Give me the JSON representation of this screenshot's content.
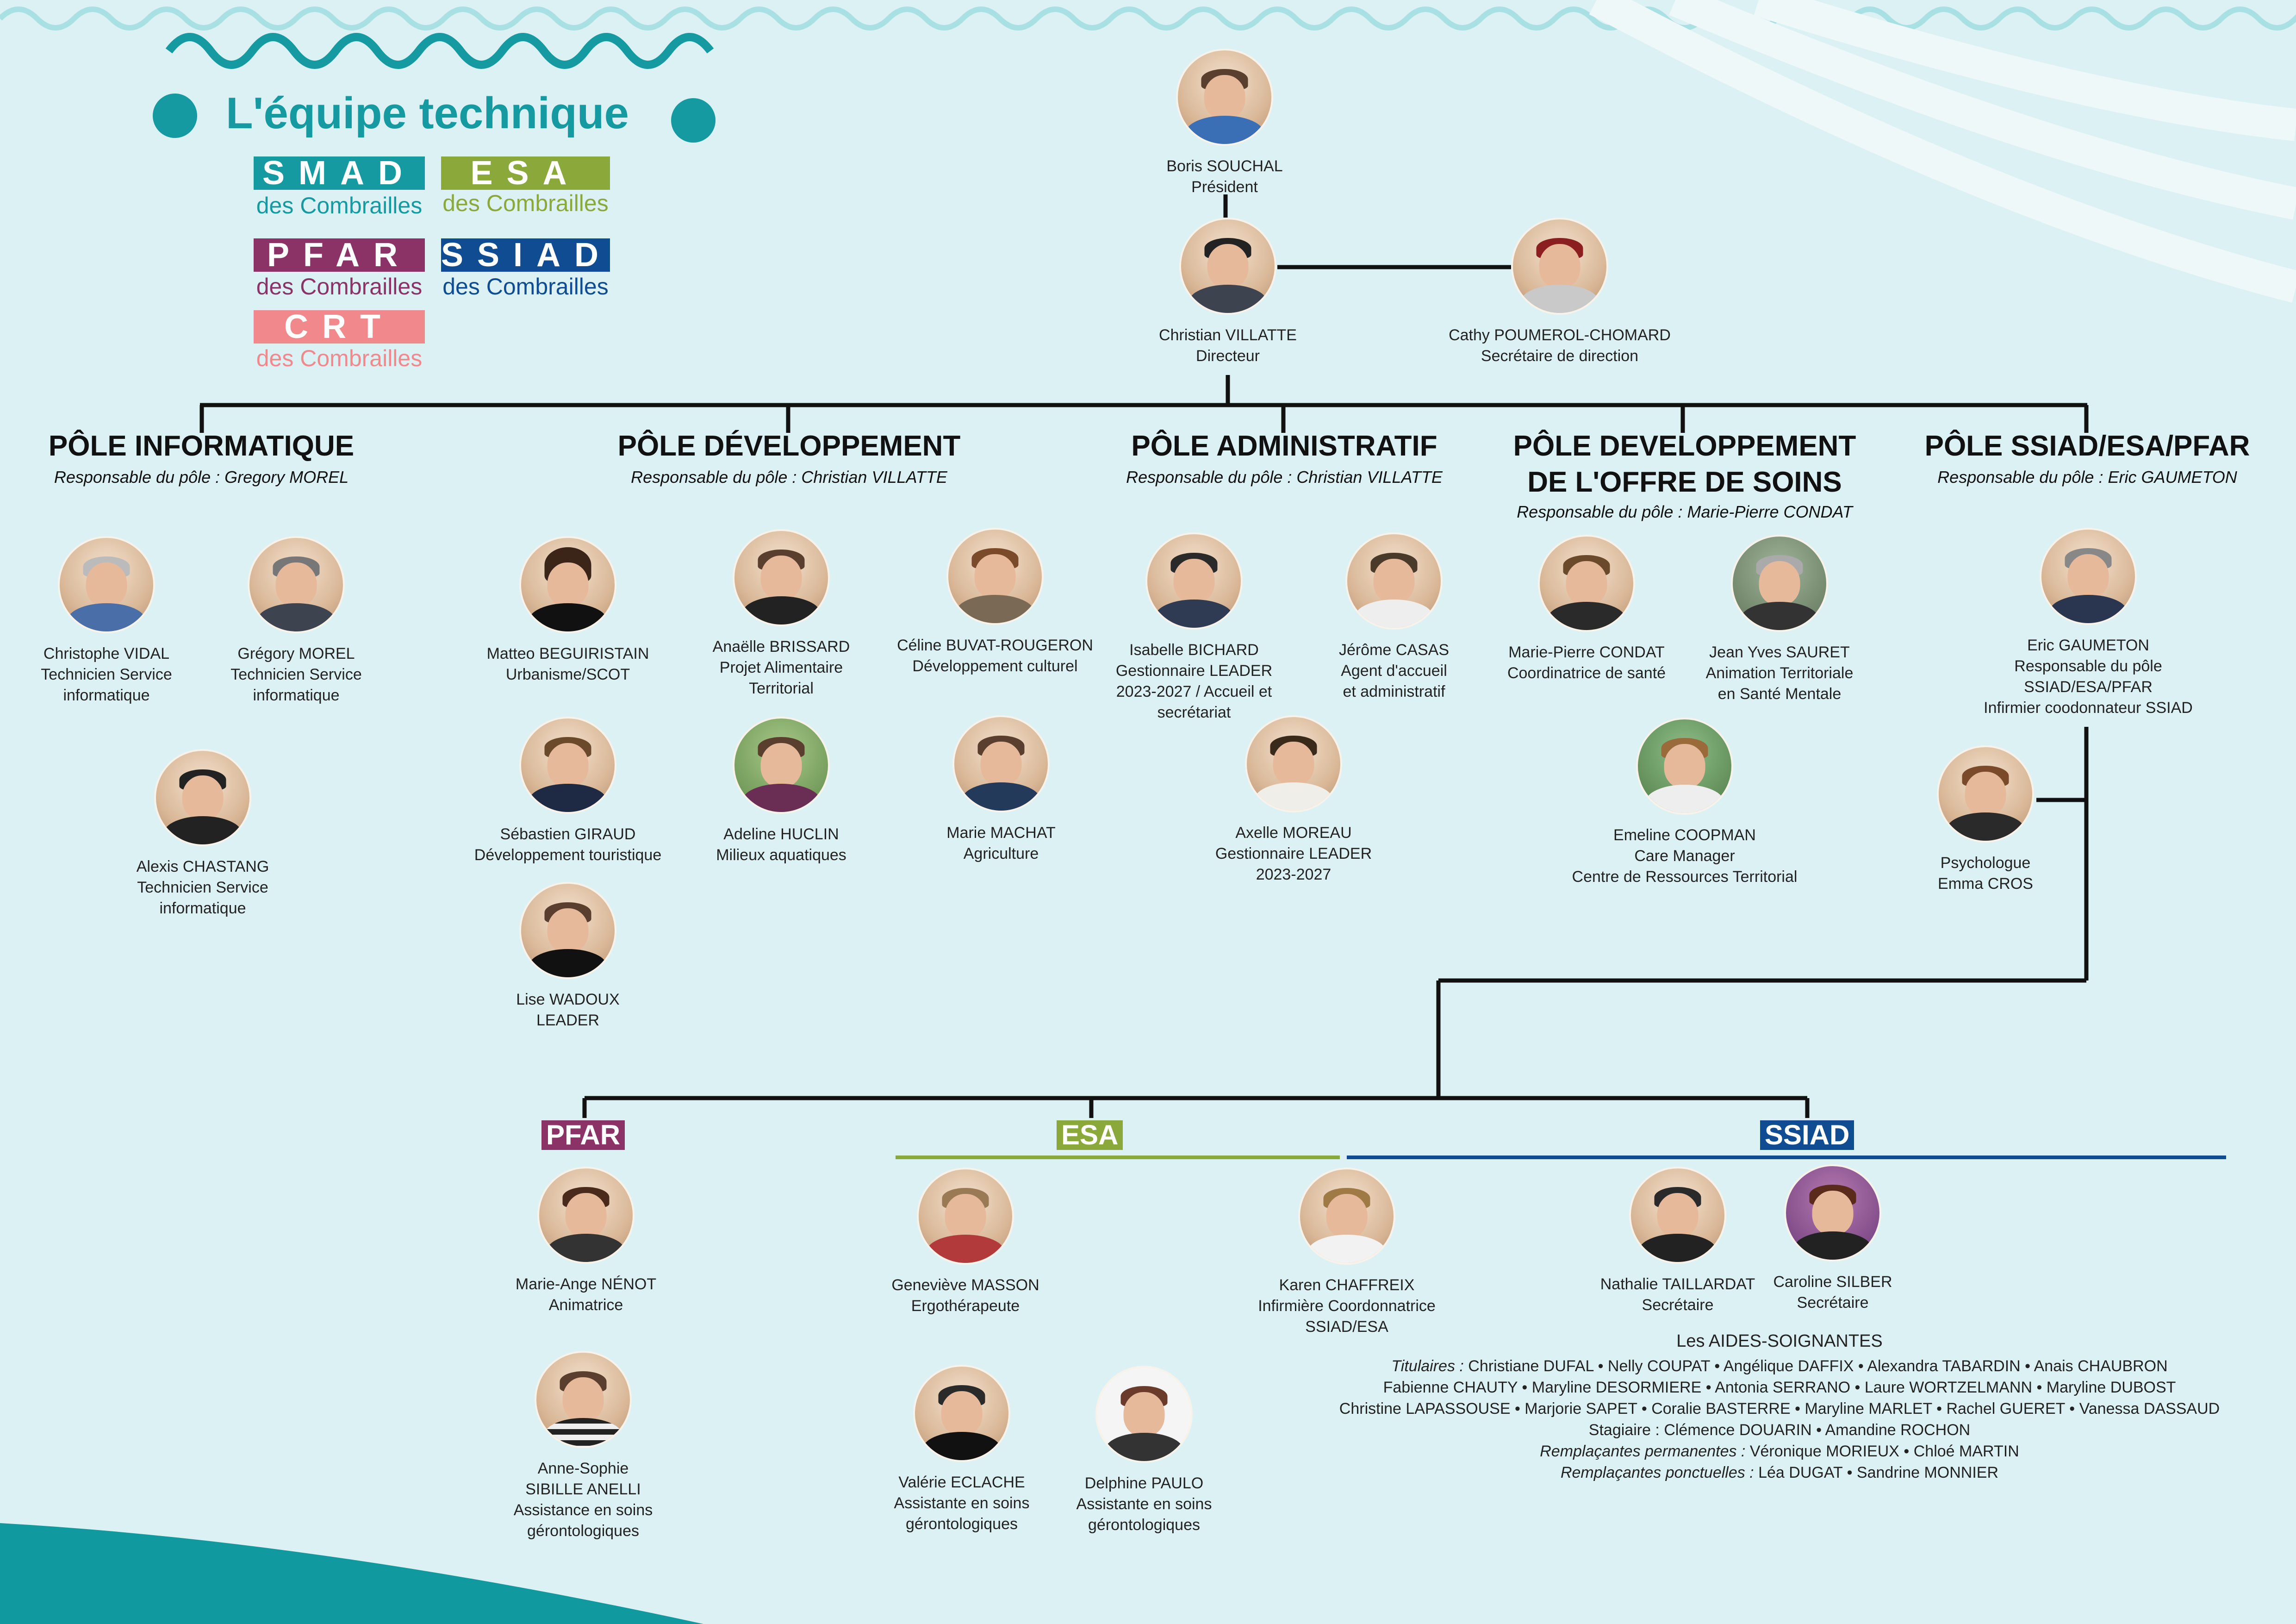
{
  "title": "L'équipe technique",
  "colors": {
    "teal": "#159aa1",
    "smad": "#159aa1",
    "esa": "#8aa93a",
    "pfar": "#8b3366",
    "ssiad": "#0f4c91",
    "crt": "#f0888c",
    "line": "#111111"
  },
  "logos": [
    {
      "key": "smad",
      "name": "SMAD",
      "sub": "des Combrailles"
    },
    {
      "key": "esa",
      "name": "ESA",
      "sub": "des Combrailles"
    },
    {
      "key": "pfar",
      "name": "PFAR",
      "sub": "des Combrailles"
    },
    {
      "key": "ssiad",
      "name": "SSIAD",
      "sub": "des Combrailles"
    },
    {
      "key": "crt",
      "name": "CRT",
      "sub": "des Combrailles"
    }
  ],
  "top": {
    "president": {
      "name": "Boris SOUCHAL",
      "role": "Président"
    },
    "director": {
      "name": "Christian VILLATTE",
      "role": "Directeur"
    },
    "secretary": {
      "name": "Cathy POUMEROL-CHOMARD",
      "role": "Secrétaire de direction"
    }
  },
  "poles": [
    {
      "title": "PÔLE INFORMATIQUE",
      "resp": "Responsable du pôle : Gregory MOREL"
    },
    {
      "title": "PÔLE DÉVELOPPEMENT",
      "resp": "Responsable du pôle : Christian VILLATTE"
    },
    {
      "title": "PÔLE ADMINISTRATIF",
      "resp": "Responsable du pôle : Christian VILLATTE"
    },
    {
      "title": "PÔLE DEVELOPPEMENT\nDE L'OFFRE DE SOINS",
      "resp": "Responsable du pôle : Marie-Pierre CONDAT"
    },
    {
      "title": "PÔLE SSIAD/ESA/PFAR",
      "resp": "Responsable du pôle : Eric GAUMETON"
    }
  ],
  "people": [
    {
      "name": "Christophe VIDAL",
      "role": "Technicien Service\ninformatique"
    },
    {
      "name": "Grégory MOREL",
      "role": "Technicien Service\ninformatique"
    },
    {
      "name": "Alexis CHASTANG",
      "role": "Technicien Service\ninformatique"
    },
    {
      "name": "Matteo BEGUIRISTAIN",
      "role": "Urbanisme/SCOT"
    },
    {
      "name": "Anaëlle BRISSARD",
      "role": "Projet Alimentaire\nTerritorial"
    },
    {
      "name": "Céline BUVAT-ROUGERON",
      "role": "Développement culturel"
    },
    {
      "name": "Sébastien GIRAUD",
      "role": "Développement touristique"
    },
    {
      "name": "Adeline HUCLIN",
      "role": "Milieux aquatiques"
    },
    {
      "name": "Marie MACHAT",
      "role": "Agriculture"
    },
    {
      "name": "Lise WADOUX",
      "role": "LEADER"
    },
    {
      "name": "Isabelle BICHARD",
      "role": "Gestionnaire LEADER\n2023-2027 / Accueil et\nsecrétariat"
    },
    {
      "name": "Jérôme CASAS",
      "role": "Agent d'accueil\net administratif"
    },
    {
      "name": "Axelle MOREAU",
      "role": "Gestionnaire LEADER\n2023-2027"
    },
    {
      "name": "Marie-Pierre CONDAT",
      "role": "Coordinatrice de santé"
    },
    {
      "name": "Jean Yves SAURET",
      "role": "Animation Territoriale\nen Santé Mentale"
    },
    {
      "name": "Emeline COOPMAN",
      "role": "Care Manager\nCentre de Ressources Territorial"
    },
    {
      "name": "Eric GAUMETON",
      "role": "Responsable du pôle\nSSIAD/ESA/PFAR\nInfirmier coodonnateur SSIAD"
    },
    {
      "name": "Psychologue",
      "role": "Emma CROS"
    },
    {
      "name": "Marie-Ange NÉNOT",
      "role": "Animatrice"
    },
    {
      "name": "Anne-Sophie\nSIBILLE ANELLI",
      "role": "Assistance en soins\ngérontologiques"
    },
    {
      "name": "Geneviève MASSON",
      "role": "Ergothérapeute"
    },
    {
      "name": "Valérie ECLACHE",
      "role": "Assistante en soins\ngérontologiques"
    },
    {
      "name": "Delphine PAULO",
      "role": "Assistante en soins\ngérontologiques"
    },
    {
      "name": "Karen CHAFFREIX",
      "role": "Infirmière Coordonnatrice\nSSIAD/ESA"
    },
    {
      "name": "Nathalie TAILLARDAT",
      "role": "Secrétaire"
    },
    {
      "name": "Caroline SILBER",
      "role": "Secrétaire"
    }
  ],
  "sections": {
    "pfar": "PFAR",
    "esa": "ESA",
    "ssiad": "SSIAD"
  },
  "aides": {
    "heading": "Les AIDES-SOIGNANTES",
    "titulaires_label": "Titulaires :",
    "titulaires_1": "Christiane DUFAL • Nelly COUPAT • Angélique DAFFIX • Alexandra TABARDIN • Anais CHAUBRON",
    "titulaires_2": "Fabienne CHAUTY • Maryline DESORMIERE • Antonia SERRANO • Laure WORTZELMANN • Maryline DUBOST",
    "titulaires_3": "Christine LAPASSOUSE • Marjorie SAPET • Coralie BASTERRE • Maryline MARLET • Rachel GUERET •  Vanessa DASSAUD",
    "stagiaire": "Stagiaire : Clémence DOUARIN • Amandine ROCHON",
    "perm_label": "Remplaçantes permanentes :",
    "perm": "Véronique MORIEUX • Chloé MARTIN",
    "ponct_label": "Remplaçantes ponctuelles :",
    "ponct": "Léa DUGAT • Sandrine MONNIER"
  }
}
